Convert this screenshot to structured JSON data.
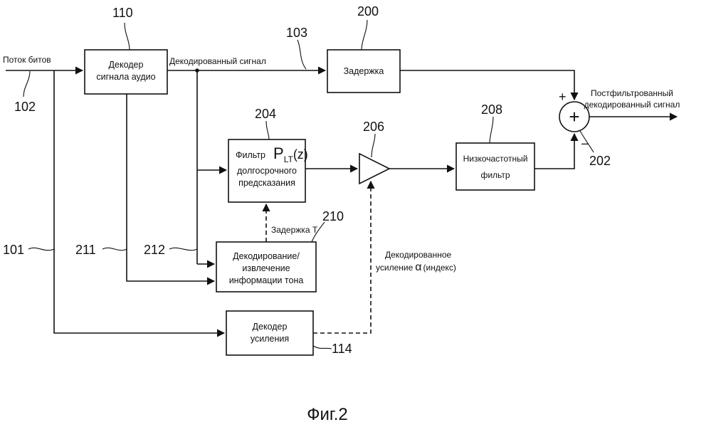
{
  "blocks": {
    "audio_decoder": [
      "Декодер",
      "сигнала аудио"
    ],
    "delay": "Задержка",
    "ltp_filter": {
      "prefix": "Фильтр",
      "symbol_main": "P",
      "symbol_sub": "LT",
      "symbol_arg": "(z)",
      "lines": [
        "долгосрочного",
        "предсказания"
      ]
    },
    "lowpass": [
      "Низкочастотный",
      "фильтр"
    ],
    "pitch": [
      "Декодирование/",
      "извлечение",
      "информации тона"
    ],
    "gain_decoder": [
      "Декодер",
      "усиления"
    ],
    "adder_symbol": "+"
  },
  "labels": {
    "bitstream": "Поток битов",
    "decoded_signal": "Декодированный сигнал",
    "output": [
      "Постфильтрованный",
      "декодированный сигнал"
    ],
    "delay_t": "Задержка Т",
    "decoded_gain_1": "Декодированное",
    "decoded_gain_2a": "усиление",
    "decoded_gain_alpha": "α",
    "decoded_gain_2b": "(индекс)",
    "plus": "+",
    "minus": "–"
  },
  "refs": {
    "r110": "110",
    "r200": "200",
    "r103": "103",
    "r102": "102",
    "r204": "204",
    "r206": "206",
    "r208": "208",
    "r202": "202",
    "r210": "210",
    "r101": "101",
    "r211": "211",
    "r212": "212",
    "r114": "114"
  },
  "caption": "Фиг.2",
  "colors": {
    "line": "#111111",
    "background": "#ffffff"
  }
}
